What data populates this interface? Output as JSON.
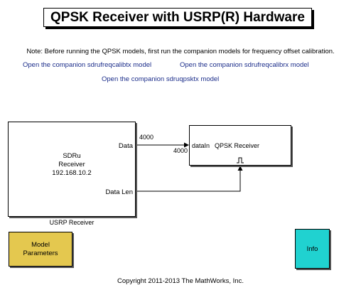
{
  "title": "QPSK Receiver with USRP(R) Hardware",
  "note": "Note: Before running the QPSK models, first run the companion models for frequency offset calibration.",
  "links": [
    "Open the companion sdrufreqcalibtx model",
    "Open the companion sdrufreqcalibrx model",
    "Open the companion sdruqpsktx model"
  ],
  "sdru_block": {
    "line1": "SDRu",
    "line2": "Receiver",
    "line3": "192.168.10.2",
    "port_data": "Data",
    "port_datalen": "Data Len",
    "caption": "USRP Receiver"
  },
  "signal_dims": {
    "top": "4000",
    "bottom": "4000"
  },
  "qpsk_block": {
    "input_label": "dataIn",
    "title": "QPSK Receiver",
    "enable_icon": "pulse-icon"
  },
  "model_params": {
    "line1": "Model",
    "line2": "Parameters"
  },
  "info_label": "Info",
  "copyright": "Copyright 2011-2013 The MathWorks, Inc."
}
